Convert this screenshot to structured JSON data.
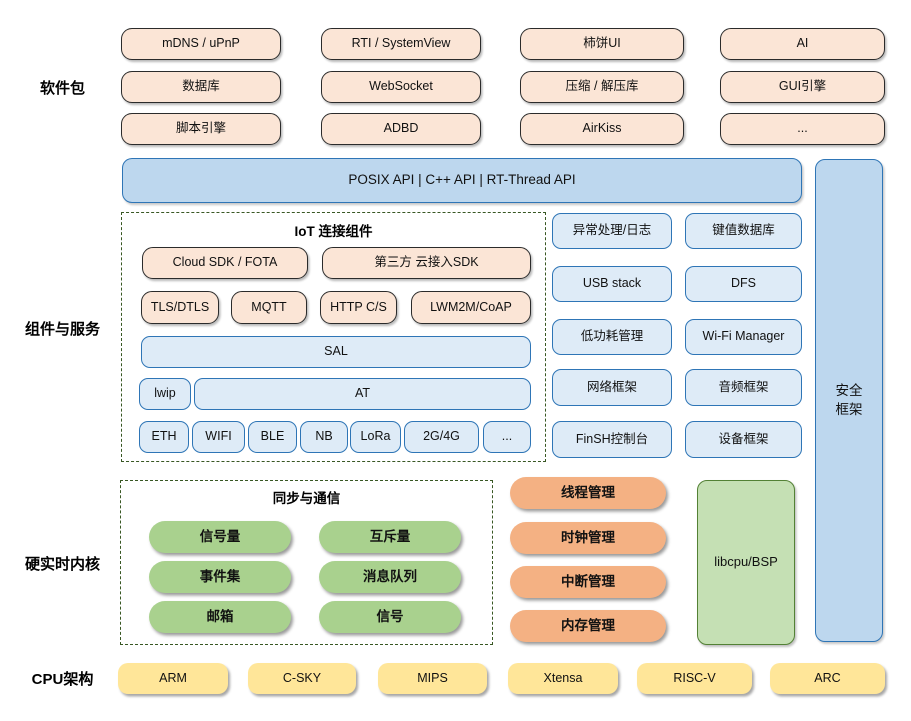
{
  "palette": {
    "peach_fill": "#fbe5d6",
    "peach_border": "#2b2b2b",
    "blue_bar_fill": "#bdd7ee",
    "blue_box_fill": "#deebf7",
    "blue_border": "#2e75b6",
    "dashed_border_green": "#385723",
    "green_pill": "#a9d18e",
    "orange_pill": "#f4b183",
    "yellow_pill": "#ffe699",
    "libcpu_fill": "#c5e0b4",
    "libcpu_border": "#538135",
    "background": "#ffffff"
  },
  "side_labels": {
    "packages": "软件包",
    "components": "组件与服务",
    "kernel": "硬实时内核",
    "cpu": "CPU架构"
  },
  "packages": {
    "rows": [
      [
        "mDNS / uPnP",
        "RTI / SystemView",
        "柿饼UI",
        "AI"
      ],
      [
        "数据库",
        "WebSocket",
        "压缩 / 解压库",
        "GUI引擎"
      ],
      [
        "脚本引擎",
        "ADBD",
        "AirKiss",
        "..."
      ]
    ]
  },
  "api_bar": {
    "label": "POSIX API  |  C++ API  |  RT-Thread API"
  },
  "security": {
    "line1": "安全",
    "line2": "框架"
  },
  "iot": {
    "title": "IoT 连接组件",
    "cloud_sdk": "Cloud SDK / FOTA",
    "third_party_sdk": "第三方 云接入SDK",
    "protocols": [
      "TLS/DTLS",
      "MQTT",
      "HTTP C/S",
      "LWM2M/CoAP"
    ],
    "sal": "SAL",
    "lwip": "lwip",
    "at": "AT",
    "links": [
      "ETH",
      "WIFI",
      "BLE",
      "NB",
      "LoRa",
      "2G/4G",
      "..."
    ]
  },
  "services": {
    "items": [
      "异常处理/日志",
      "键值数据库",
      "USB stack",
      "DFS",
      "低功耗管理",
      "Wi-Fi Manager",
      "网络框架",
      "音频框架",
      "FinSH控制台",
      "设备框架"
    ]
  },
  "sync": {
    "title": "同步与通信",
    "items": [
      "信号量",
      "互斥量",
      "事件集",
      "消息队列",
      "邮箱",
      "信号"
    ]
  },
  "kernel_mgmt": {
    "items": [
      "线程管理",
      "时钟管理",
      "中断管理",
      "内存管理"
    ]
  },
  "libcpu": {
    "label": "libcpu/BSP"
  },
  "cpu_archs": {
    "items": [
      "ARM",
      "C-SKY",
      "MIPS",
      "Xtensa",
      "RISC-V",
      "ARC"
    ]
  }
}
